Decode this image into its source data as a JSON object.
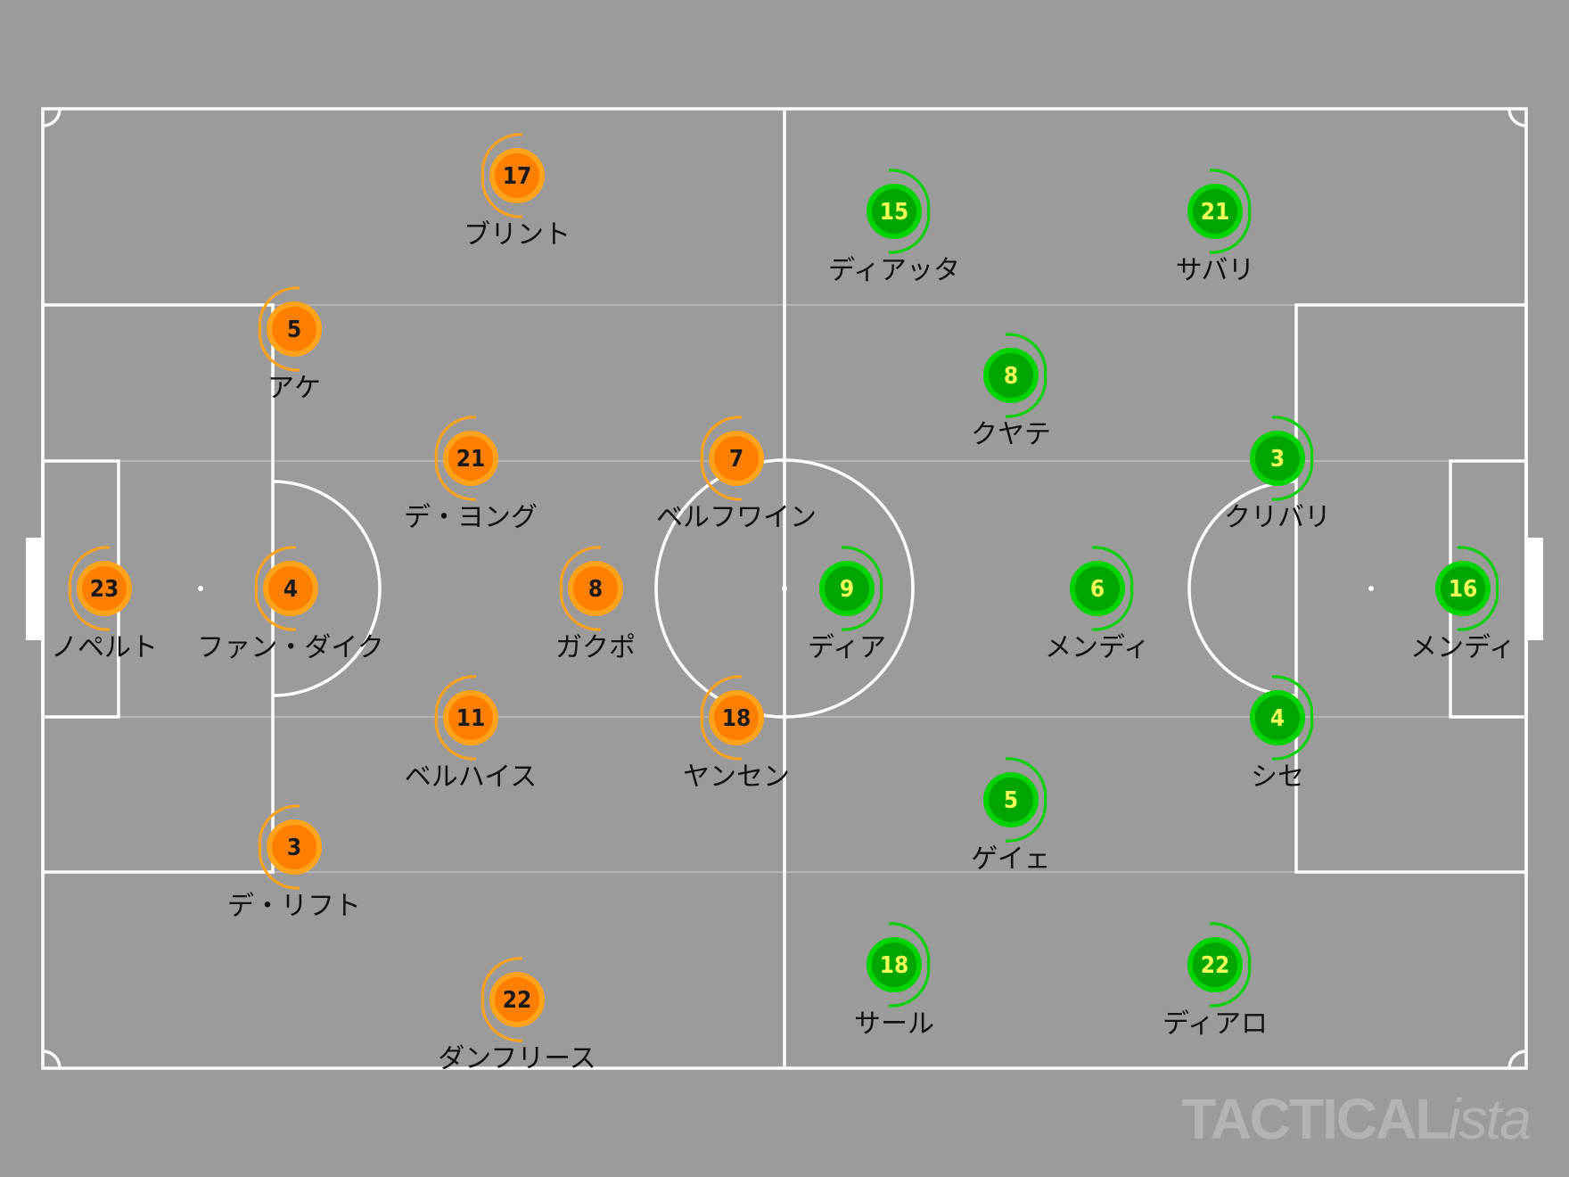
{
  "colors": {
    "background": "#9b9b9b",
    "lines": "#ffffff",
    "home_fill": "#ff8000",
    "home_ring": "#ffa31a",
    "home_number": "#1a1a1a",
    "away_fill": "#00a600",
    "away_ring": "#00d400",
    "away_number": "#f2ff57"
  },
  "watermark": {
    "main": "TACTICAL",
    "italic": "ista"
  },
  "home_team": {
    "players": [
      {
        "number": "17",
        "name": "ブリント"
      },
      {
        "number": "5",
        "name": "アケ"
      },
      {
        "number": "21",
        "name": "デ・ヨング"
      },
      {
        "number": "7",
        "name": "ベルフワイン"
      },
      {
        "number": "23",
        "name": "ノペルト"
      },
      {
        "number": "4",
        "name": "ファン・ダイク"
      },
      {
        "number": "8",
        "name": "ガクポ"
      },
      {
        "number": "11",
        "name": "ベルハイス"
      },
      {
        "number": "18",
        "name": "ヤンセン"
      },
      {
        "number": "3",
        "name": "デ・リフト"
      },
      {
        "number": "22",
        "name": "ダンフリース"
      }
    ]
  },
  "away_team": {
    "players": [
      {
        "number": "15",
        "name": "ディアッタ"
      },
      {
        "number": "21",
        "name": "サバリ"
      },
      {
        "number": "8",
        "name": "クヤテ"
      },
      {
        "number": "3",
        "name": "クリバリ"
      },
      {
        "number": "9",
        "name": "ディア"
      },
      {
        "number": "6",
        "name": "メンディ"
      },
      {
        "number": "16",
        "name": "メンディ"
      },
      {
        "number": "4",
        "name": "シセ"
      },
      {
        "number": "5",
        "name": "ゲイェ"
      },
      {
        "number": "18",
        "name": "サール"
      },
      {
        "number": "22",
        "name": "ディアロ"
      }
    ]
  }
}
